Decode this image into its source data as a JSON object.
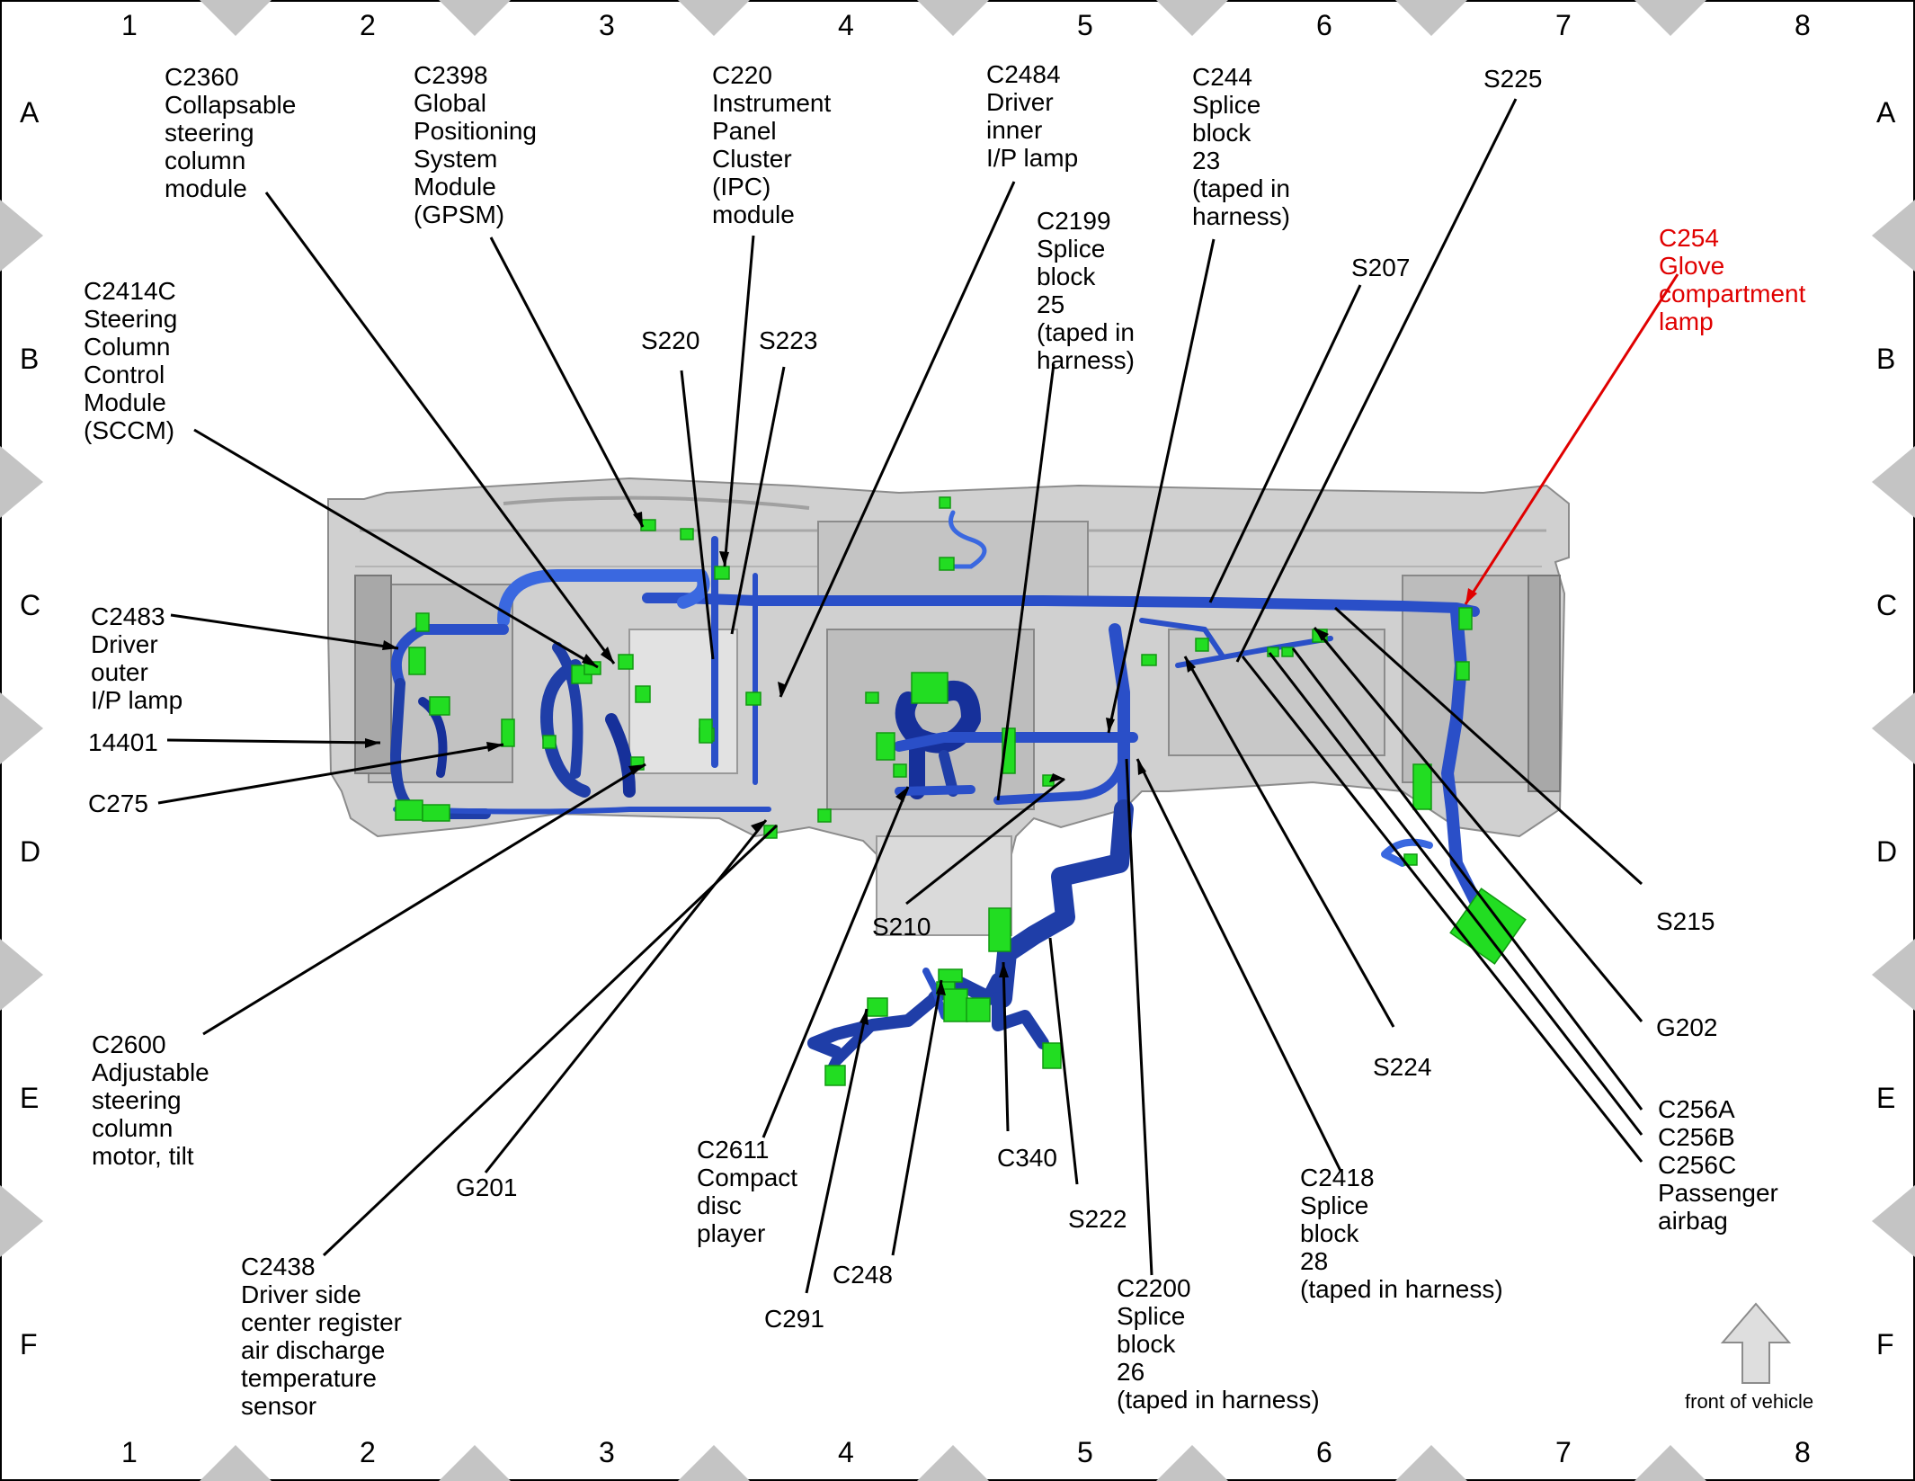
{
  "grid": {
    "columns": [
      "1",
      "2",
      "3",
      "4",
      "5",
      "6",
      "7",
      "8"
    ],
    "rows": [
      "A",
      "B",
      "C",
      "D",
      "E",
      "F"
    ]
  },
  "callouts": {
    "c2360": "C2360\nCollapsable\nsteering\ncolumn\nmodule",
    "c2398": "C2398\nGlobal\nPositioning\nSystem\nModule\n(GPSM)",
    "c220": "C220\nInstrument\nPanel\nCluster\n(IPC)\nmodule",
    "c2484": "C2484\nDriver\ninner\nI/P lamp",
    "c244": "C244\nSplice\nblock\n23\n(taped in\nharness)",
    "s225": "S225",
    "c2199": "C2199\nSplice\nblock\n25\n(taped in\nharness)",
    "s207": "S207",
    "c254": "C254\nGlove\ncompartment\nlamp",
    "c2414c": "C2414C\nSteering\nColumn\nControl\nModule\n(SCCM)",
    "s220": "S220",
    "s223": "S223",
    "c2483": "C2483\nDriver\nouter\nI/P lamp",
    "n14401": "14401",
    "c275": "C275",
    "s210": "S210",
    "s215": "S215",
    "g202": "G202",
    "s224": "S224",
    "c256": "C256A\nC256B\nC256C\nPassenger\nairbag",
    "c2600": "C2600\nAdjustable\nsteering\ncolumn\nmotor, tilt",
    "g201": "G201",
    "c2611": "C2611\nCompact\ndisc\nplayer",
    "c340": "C340",
    "s222": "S222",
    "c2418": "C2418\nSplice\nblock\n28\n(taped in harness)",
    "c248": "C248",
    "c291": "C291",
    "c2200": "C2200\nSplice\nblock\n26\n(taped in harness)",
    "c2438": "C2438\nDriver side\ncenter register\nair discharge\ntemperature\nsensor"
  },
  "front_of_vehicle": "front of vehicle",
  "colors": {
    "harness": "#2a4fc8",
    "connector": "#22dd22",
    "panel": "#c8c8c8",
    "highlight": "#e00000",
    "border_triangle": "#c4c4c4"
  }
}
